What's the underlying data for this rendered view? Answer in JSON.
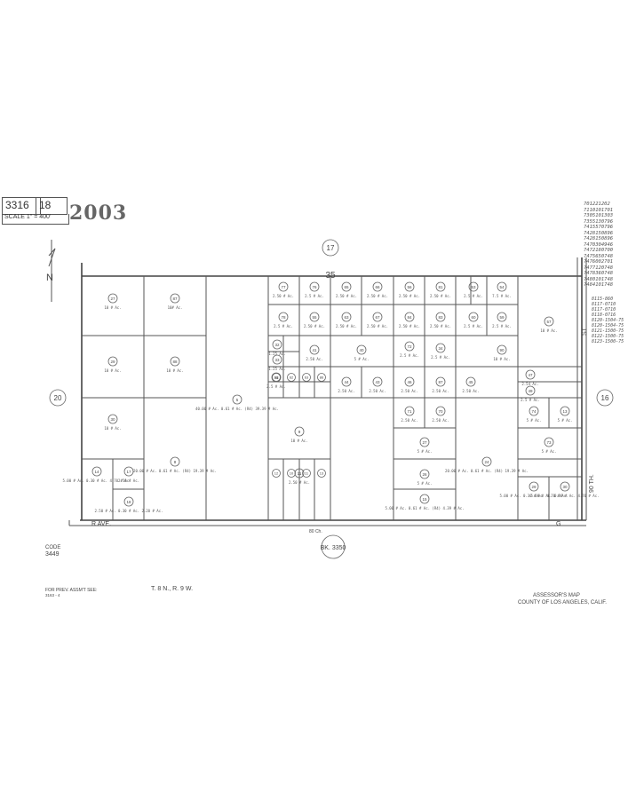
{
  "header": {
    "book": "3316",
    "page": "18",
    "scale": "SCALE 1\" = 400'",
    "map_number": "2003"
  },
  "legal_notes_top": [
    "701221202",
    "7110101701",
    "7305101303",
    "7355130796",
    "7415570796",
    "7428150896",
    "7428150896",
    "7470304946",
    "7472180700",
    "7475650748",
    "7476002701",
    "7477120748",
    "7478360748",
    "7480101748",
    "7484101748"
  ],
  "legal_notes_right": [
    "8115-860",
    "8117-0710",
    "8117-0710",
    "8118-0716",
    "8120-1504-75",
    "8120-1504-75",
    "8121-1500-75",
    "8122-1500-75",
    "8123-1500-75"
  ],
  "sheet_refs": {
    "north": "17",
    "west": "20",
    "east": "16",
    "bottom": "BK. 3350"
  },
  "section_number": "35",
  "north_label": "N",
  "streets": {
    "south": "R  AVE.",
    "south_east": "G",
    "east": "90 TH.",
    "east_st": "ST",
    "south_width": "80 Ch."
  },
  "parcels": [
    {
      "id": "27",
      "area": "10 # Ac."
    },
    {
      "id": "87",
      "area": "10# Ac."
    },
    {
      "id": "29",
      "area": "10 # Ac."
    },
    {
      "id": "88",
      "area": "10 # Ac."
    },
    {
      "id": "30",
      "area": "10 # Ac."
    },
    {
      "id": "5",
      "area": "40.00 # Ac. 0.61 # Ac. (R4) 39.39 # Ac."
    },
    {
      "id": "8",
      "area": "20.00 # Ac. 0.61 # Ac. (R4) 19.39 # Ac."
    },
    {
      "id": "14",
      "area": "5.00 # Ac. 0.30 # Ac. 4.70 # Ac."
    },
    {
      "id": "17",
      "area": "2.50 # Ac."
    },
    {
      "id": "18",
      "area": "2.50 # Ac. 0.30 # Ac. 2.20 # Ac."
    },
    {
      "id": "77",
      "area": "2.50 # Ac."
    },
    {
      "id": "76",
      "area": "2.5 # Ac."
    },
    {
      "id": "65",
      "area": "2.50 # Ac."
    },
    {
      "id": "66",
      "area": "2.50 # Ac."
    },
    {
      "id": "56",
      "area": "2.50 # Ac."
    },
    {
      "id": "81",
      "area": "2.50 # Ac."
    },
    {
      "id": "53",
      "area": "2.5 # Ac."
    },
    {
      "id": "54",
      "area": "7.5 # Ac."
    },
    {
      "id": "78",
      "area": "2.5 # Ac."
    },
    {
      "id": "55",
      "area": "2.50 # Ac."
    },
    {
      "id": "63",
      "area": "2.50 # Ac."
    },
    {
      "id": "67",
      "area": "2.50 # Ac."
    },
    {
      "id": "84",
      "area": "2.50 # Ac."
    },
    {
      "id": "83",
      "area": "2.50 # Ac."
    },
    {
      "id": "60",
      "area": "2.5 # Ac."
    },
    {
      "id": "59",
      "area": "2.5 # Ac."
    },
    {
      "id": "57",
      "area": "10 # Ac."
    },
    {
      "id": "32",
      "area": "1.25 Ac."
    },
    {
      "id": "33",
      "area": "1.25 Ac."
    },
    {
      "id": "41",
      "area": "2.50 Ac."
    },
    {
      "id": "40",
      "area": "5 # Ac."
    },
    {
      "id": "72",
      "area": "2.5 # Ac."
    },
    {
      "id": "34",
      "area": "2.5 # Ac."
    },
    {
      "id": "90",
      "area": "10 # Ac."
    },
    {
      "id": "47",
      "area": "2.54 Ac."
    },
    {
      "id": "44",
      "area": "2.50 Ac."
    },
    {
      "id": "43",
      "area": "2.50 Ac."
    },
    {
      "id": "46",
      "area": "2.50 Ac."
    },
    {
      "id": "87",
      "area": "2.50 Ac."
    },
    {
      "id": "45",
      "area": "2.50 Ac."
    },
    {
      "id": "48",
      "area": "2.5 # Ac."
    },
    {
      "id": "49",
      "area": "2.5 # Ac."
    },
    {
      "id": "9",
      "area": "10 # Ac."
    },
    {
      "id": "11",
      "area": "2.50 # Ac."
    },
    {
      "id": "71",
      "area": "2.50 Ac."
    },
    {
      "id": "70",
      "area": "2.50 Ac."
    },
    {
      "id": "27",
      "area": "5 # Ac."
    },
    {
      "id": "26",
      "area": "5 # Ac."
    },
    {
      "id": "15",
      "area": "5.00 # Ac. 0.61 # Ac. (R4) 4.39 # Ac."
    },
    {
      "id": "24",
      "area": "20.00 # Ac. 0.61 # Ac. (R4) 19.39 # Ac."
    },
    {
      "id": "74",
      "area": "5 # Ac."
    },
    {
      "id": "13",
      "area": "5 # Ac."
    },
    {
      "id": "73",
      "area": "5 # Ac."
    },
    {
      "id": "29",
      "area": "5.00 # Ac. 0.30 # Ac. 4.70 # Ac."
    },
    {
      "id": "30",
      "area": "5.00 # Ac. 0.30 # Ac. 4.70 # Ac."
    }
  ],
  "small_lots": [
    "12",
    "10",
    "11",
    "13",
    "61",
    "62",
    "63",
    "86"
  ],
  "footer": {
    "code_label": "CODE",
    "code_value": "3449",
    "prev_assmt": "FOR PREV. ASSM'T SEE:",
    "prev_ref": "3163 - 4",
    "township": "T. 8 N., R. 9 W.",
    "office": "ASSESSOR'S MAP",
    "county": "COUNTY OF LOS ANGELES, CALIF."
  }
}
